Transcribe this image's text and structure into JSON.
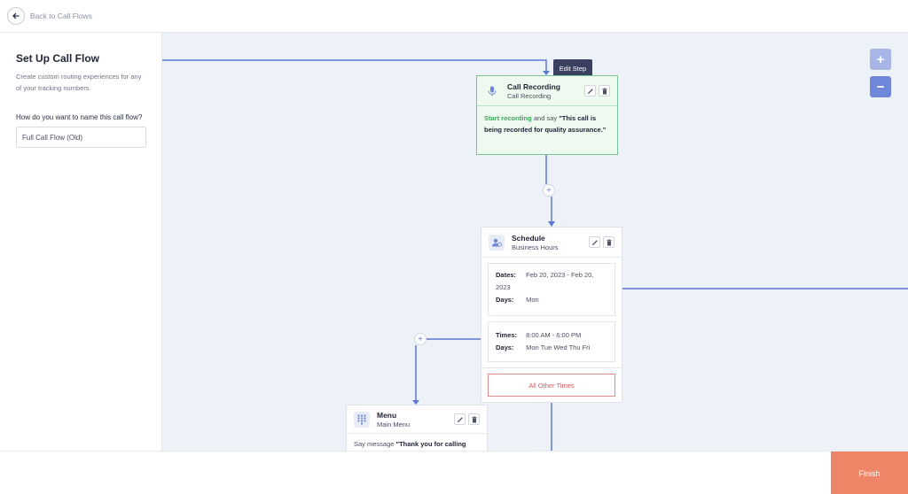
{
  "topbar": {
    "back_label": "Back to Call Flows"
  },
  "sidebar": {
    "title": "Set Up Call Flow",
    "description": "Create custom routing experiences for any of your tracking numbers.",
    "name_label": "How do you want to name this call flow?",
    "name_value": "Full Call Flow (Old)"
  },
  "tooltip": "Edit Step",
  "call_recording": {
    "title": "Call Recording",
    "subtitle": "Call Recording",
    "action": "Start recording",
    "connector": " and say ",
    "message": "\"This call is being recorded for quality assurance.\""
  },
  "schedule": {
    "title": "Schedule",
    "subtitle": "Business Hours",
    "dates_label": "Dates:",
    "dates_value": "Feb 20, 2023 - Feb 20, 2023",
    "days_label_1": "Days:",
    "days_value_1": "Mon",
    "times_label": "Times:",
    "times_value": "8:00 AM - 6:00 PM",
    "days_label_2": "Days:",
    "days_value_2": "Mon Tue Wed Thu Fri",
    "other_times": "All Other Times"
  },
  "menu": {
    "title": "Menu",
    "subtitle": "Main Menu",
    "say": "Say message ",
    "message": "\"Thank you for calling"
  },
  "zoom": {
    "in": "+",
    "out": "−"
  },
  "plus_symbol": "+",
  "footer": {
    "finish_label": "Finish"
  },
  "colors": {
    "accent": "#6e87d8",
    "finish": "#ef8467",
    "success": "#3aa85a",
    "danger": "#d65a5a"
  }
}
